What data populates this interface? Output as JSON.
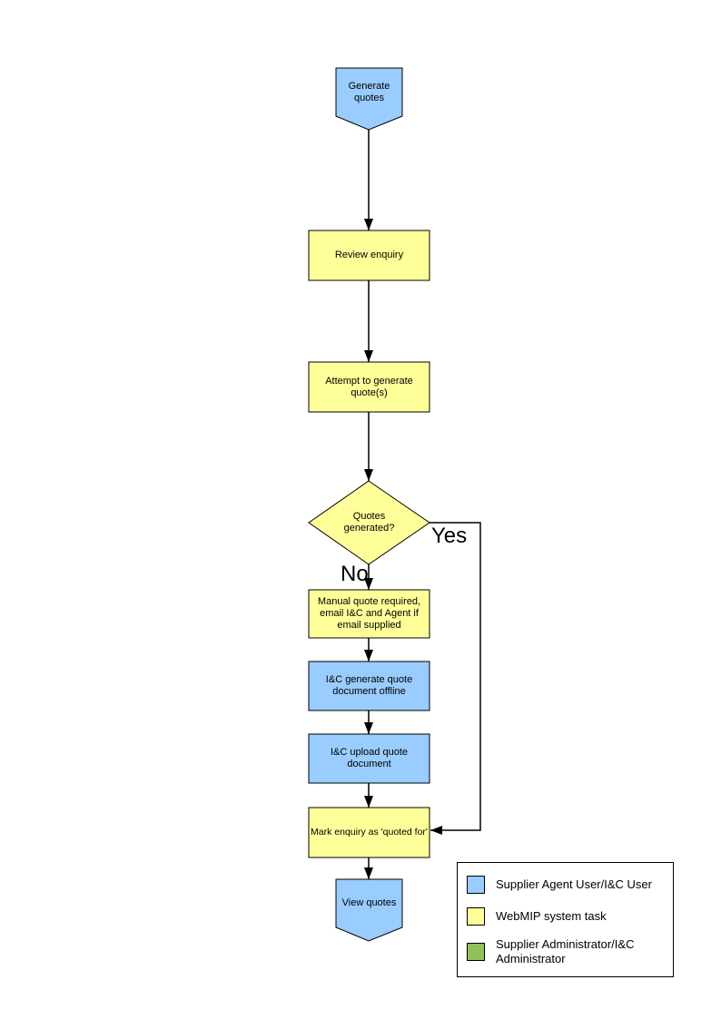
{
  "colors": {
    "node_blue": "#99CCFF",
    "node_yellow": "#FFFF99",
    "line": "#000000",
    "background": "#FFFFFF"
  },
  "flowchart": {
    "nodes": {
      "start": {
        "label": "Generate quotes"
      },
      "review": {
        "label": "Review enquiry"
      },
      "attempt": {
        "label": "Attempt to generate quote(s)"
      },
      "decision": {
        "label": "Quotes generated?"
      },
      "manual": {
        "label": "Manual quote required, email I&C and Agent if email supplied"
      },
      "offline": {
        "label": "I&C generate quote document offline"
      },
      "upload": {
        "label": "I&C upload quote document"
      },
      "mark": {
        "label": "Mark enquiry as 'quoted for'"
      },
      "end": {
        "label": "View quotes"
      }
    },
    "branch_labels": {
      "yes": "Yes",
      "no": "No"
    }
  },
  "legend": {
    "items": [
      {
        "label": "Supplier Agent User/I&C User",
        "color": "#99CCFF"
      },
      {
        "label": "WebMIP system task",
        "color": "#FFFF99"
      },
      {
        "label": "Supplier Administrator/I&C Administrator",
        "color": "#92C05A"
      }
    ]
  }
}
